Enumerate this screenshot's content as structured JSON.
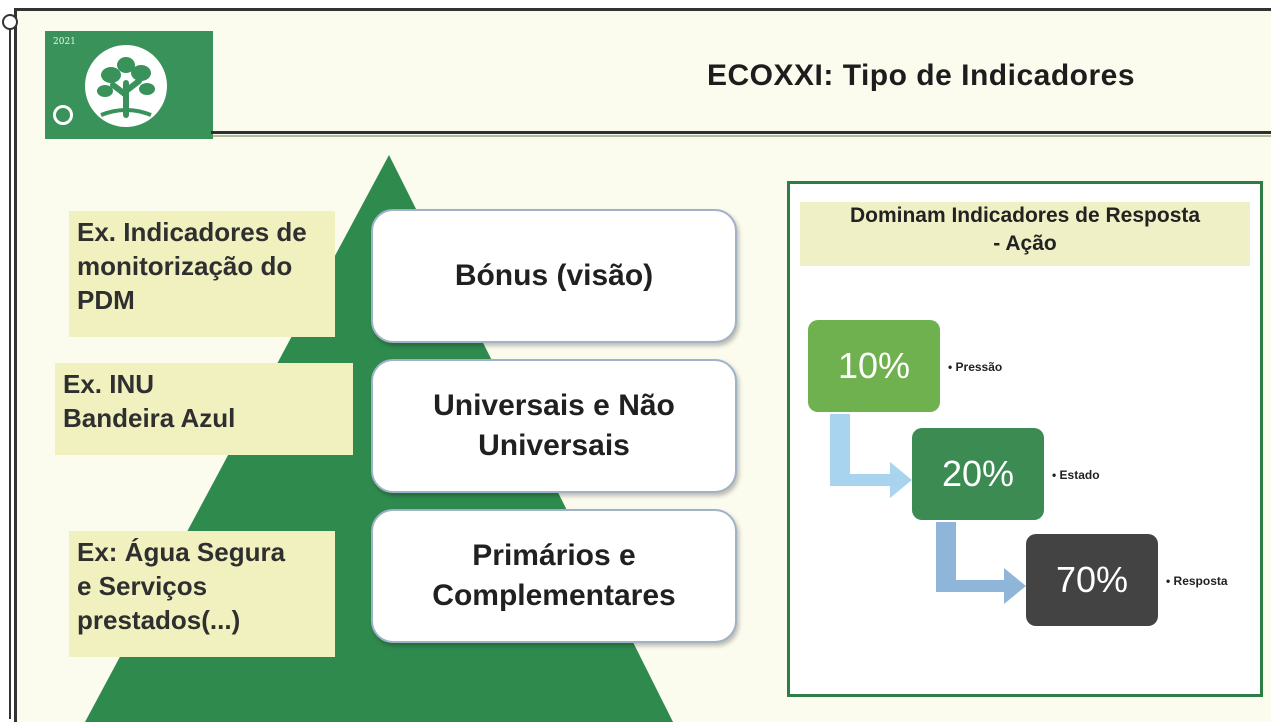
{
  "logo": {
    "year": "2021"
  },
  "title": "ECOXXI: Tipo de Indicadores",
  "pyramid": {
    "tiers": [
      {
        "label_lines": [
          "Bónus (visão)"
        ],
        "example_lines": [
          "Ex. Indicadores de",
          "monitorização do",
          "PDM"
        ]
      },
      {
        "label_lines": [
          "Universais e Não",
          "Universais"
        ],
        "example_lines": [
          "Ex. INU",
          "Bandeira Azul"
        ]
      },
      {
        "label_lines": [
          "Primários e",
          "Complementares"
        ],
        "example_lines": [
          "Ex: Água Segura",
          "e Serviços",
          "prestados(...)"
        ]
      }
    ]
  },
  "panel": {
    "heading_lines": [
      "Dominam Indicadores de Resposta",
      "- Ação"
    ],
    "items": [
      {
        "percent": "10%",
        "label": "• Pressão",
        "color": "#6fb04f"
      },
      {
        "percent": "20%",
        "label": "• Estado",
        "color": "#3c8b52"
      },
      {
        "percent": "70%",
        "label": "• Resposta",
        "color": "#434343"
      }
    ]
  },
  "colors": {
    "brand_green": "#38925a",
    "pyramid_green": "#2f8a4e",
    "slide_background": "#fbfbee",
    "label_highlight": "#f1f1c0",
    "arrow_blue": "#a8d4f0"
  }
}
